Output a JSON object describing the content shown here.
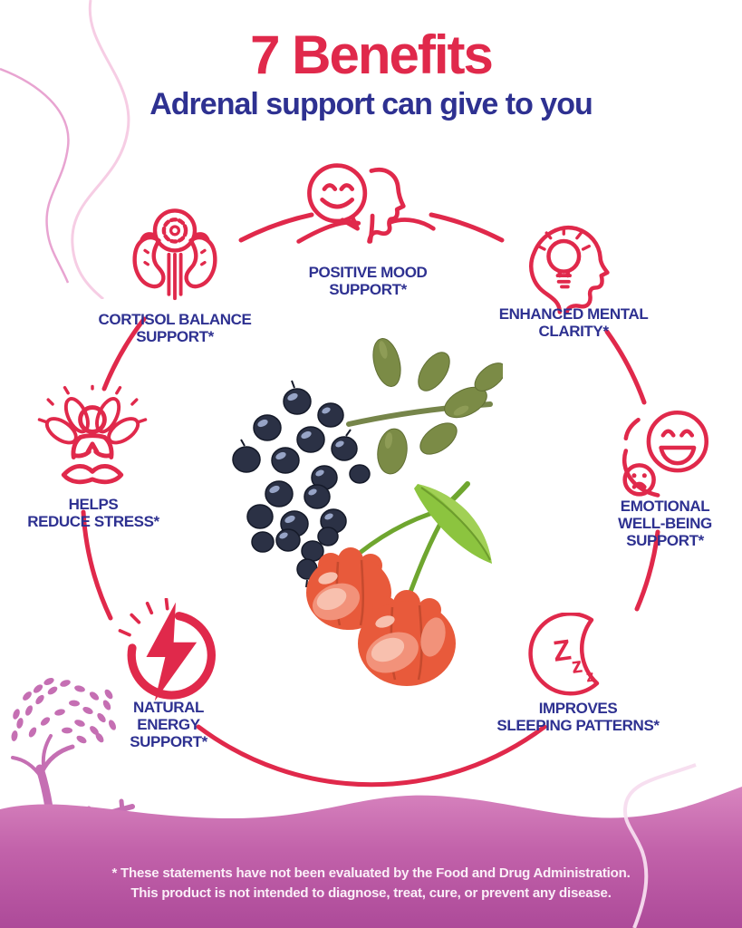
{
  "title": {
    "text": "7 Benefits",
    "color": "#e0294b"
  },
  "subtitle": {
    "text": "Adrenal support can give to you",
    "color": "#2e3191"
  },
  "benefits": [
    {
      "name": "cortisol-balance-support",
      "icon": "kidneys-adrenal-gear-icon",
      "lines": [
        "CORTISOL BALANCE",
        "SUPPORT*"
      ]
    },
    {
      "name": "positive-mood-support",
      "icon": "smiley-speech-bubble-profile-icon",
      "lines": [
        "POSITIVE MOOD",
        "SUPPORT*"
      ]
    },
    {
      "name": "enhanced-mental-clarity",
      "icon": "head-lightbulb-icon",
      "lines": [
        "ENHANCED MENTAL",
        "CLARITY*"
      ]
    },
    {
      "name": "helps-reduce-stress",
      "icon": "meditation-lotus-icon",
      "lines": [
        "HELPS",
        "REDUCE STRESS*"
      ]
    },
    {
      "name": "emotional-well-being-support",
      "icon": "happy-sad-faces-icon",
      "lines": [
        "EMOTIONAL",
        "WELL-BEING",
        "SUPPORT*"
      ]
    },
    {
      "name": "natural-energy-support",
      "icon": "lightning-bolt-circle-icon",
      "lines": [
        "NATURAL",
        "ENERGY",
        "SUPPORT*"
      ]
    },
    {
      "name": "improves-sleeping-patterns",
      "icon": "crescent-moon-zzz-icon",
      "lines": [
        "IMPROVES",
        "SLEEPING PATTERNS*"
      ]
    }
  ],
  "sleep_zzz": [
    "Z",
    "z",
    "z"
  ],
  "center_illustration": {
    "name": "elderberries-and-acerola-cherries"
  },
  "disclaimer": {
    "lines": [
      "* These statements have not been evaluated by the Food and Drug Administration.",
      "This product is not intended to diagnose, treat, cure, or prevent any disease."
    ]
  },
  "colors": {
    "accent_red": "#e0294b",
    "navy_text": "#2e3191",
    "wave_top": "#d885bf",
    "wave_bottom": "#ad4a99",
    "tree_pink": "#c56fb3",
    "elderberry": "#2b3145",
    "olive_leaf": "#7b8b46",
    "bright_leaf": "#8cc43f",
    "cherry": "#e85a3b"
  }
}
